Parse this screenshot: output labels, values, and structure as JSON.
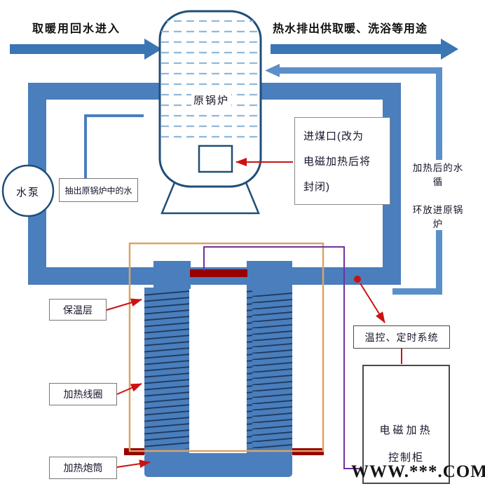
{
  "labels": {
    "inlet": "取暖用回水进入",
    "outlet": "热水排出供取暖、洗浴等用途",
    "boiler": "原锅炉",
    "pump": "水泵",
    "extract": "抽出原锅炉中的水",
    "coal_inlet": [
      "进煤口(改为",
      "电磁加热后将",
      "封闭)"
    ],
    "circulation": [
      "加热后的水循",
      "环放进原锅炉"
    ],
    "insulation": "保温层",
    "heating_coil": "加热线圈",
    "heating_barrel": "加热炮筒",
    "temp_timer": "温控、定时系统",
    "cabinet": [
      "电磁加热",
      "控制柜"
    ],
    "watermark": "WWW.***.COM"
  },
  "colors": {
    "pipe_blue": "#4a7ebc",
    "flow_arrow_blue": "#3a76b4",
    "return_line_blue": "#5b8fc9",
    "boiler_outline_navy": "#1f4e79",
    "water_dash_blue": "#8fb8dc",
    "leader_arrow_red": "#cc1111",
    "bar_dark_red": "#990000",
    "insulation_frame_orange": "#dba367",
    "control_wire_purple": "#7030a0"
  }
}
